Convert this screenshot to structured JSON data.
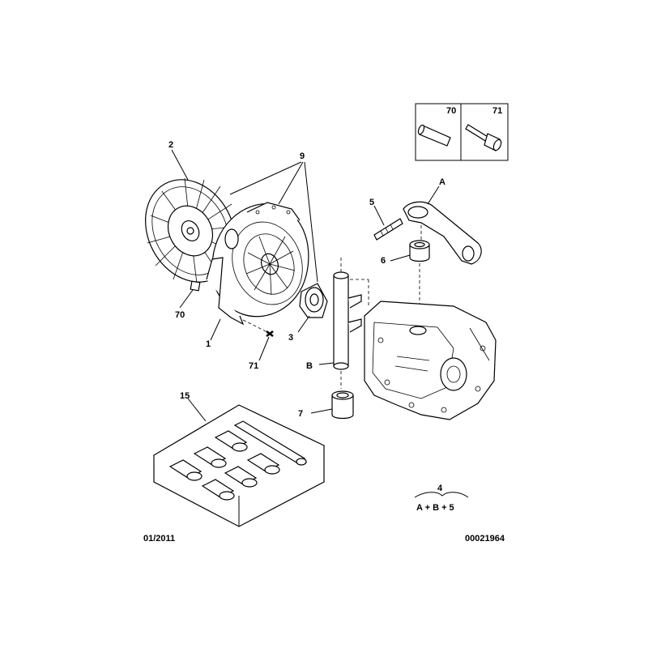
{
  "diagram": {
    "callouts": {
      "c1": "1",
      "c2": "2",
      "c3": "3",
      "c5": "5",
      "c6": "6",
      "c7": "7",
      "c9": "9",
      "c15": "15",
      "c70": "70",
      "c71": "71",
      "cA": "A",
      "cB": "B"
    },
    "inset": {
      "col1": "70",
      "col2": "71"
    },
    "kit_note": {
      "top": "4",
      "bottom": "A + B + 5"
    },
    "footer": {
      "date": "01/2011",
      "ref": "00021964"
    }
  }
}
